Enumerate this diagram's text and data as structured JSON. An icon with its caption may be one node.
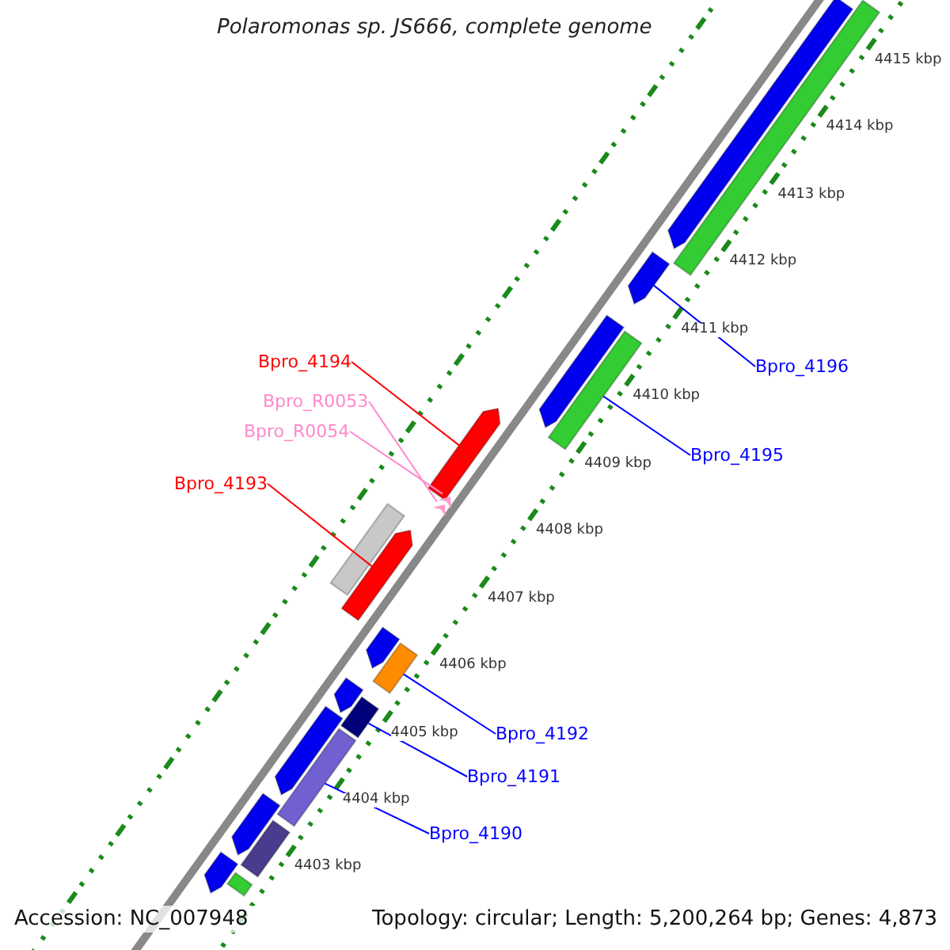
{
  "diagram": {
    "title": "Polaromonas sp. JS666, complete genome",
    "nodes": [
      {
        "text": [
          "Bpro_4194"
        ]
      },
      {
        "text": [
          "Bpro_4196"
        ]
      },
      {
        "text": [
          "Bpro_R0053"
        ]
      },
      {
        "text": [
          "Bpro_R0054"
        ]
      },
      {
        "text": [
          "Bpro_4195"
        ]
      },
      {
        "text": [
          "Bpro_4193"
        ]
      },
      {
        "text": [
          "Bpro_4192"
        ]
      },
      {
        "text": [
          "Bpro_4191"
        ]
      },
      {
        "text": [
          "Bpro_4190"
        ]
      },
      {
        "text": [],
        "shape": "arrow"
      },
      {
        "text": [],
        "shape": "bar"
      },
      {
        "text": [],
        "shape": "arrow"
      },
      {
        "text": [],
        "shape": "arrow"
      },
      {
        "text": [],
        "shape": "bar"
      },
      {
        "text": [],
        "shape": "arrow"
      },
      {
        "text": [],
        "shape": "chevron"
      },
      {
        "text": [],
        "shape": "chevron"
      },
      {
        "text": [],
        "shape": "bar"
      },
      {
        "text": [],
        "shape": "arrow"
      },
      {
        "text": [],
        "shape": "arrow"
      },
      {
        "text": [],
        "shape": "bar"
      },
      {
        "text": [],
        "shape": "arrow"
      },
      {
        "text": [],
        "shape": "bar"
      },
      {
        "text": [],
        "shape": "arrow"
      },
      {
        "text": [],
        "shape": "bar"
      },
      {
        "text": [],
        "shape": "arrow"
      },
      {
        "text": [],
        "shape": "bar"
      },
      {
        "text": [],
        "shape": "arrow"
      },
      {
        "text": [],
        "shape": "bar"
      }
    ],
    "edges": [
      {
        "from": 0,
        "to": 14,
        "arrow": "none",
        "color": "#ff0000"
      },
      {
        "from": 1,
        "to": 11,
        "arrow": "none"
      },
      {
        "from": 2,
        "to": 15,
        "arrow": "none",
        "color": "#ff88cc"
      },
      {
        "from": 3,
        "to": 16,
        "arrow": "none",
        "color": "#ff88cc"
      },
      {
        "from": 4,
        "to": 13,
        "arrow": "none"
      },
      {
        "from": 5,
        "to": 18,
        "arrow": "none",
        "color": "#ff0000"
      },
      {
        "from": 6,
        "to": 20,
        "arrow": "none"
      },
      {
        "from": 7,
        "to": 22,
        "arrow": "none"
      },
      {
        "from": 8,
        "to": 24,
        "arrow": "none"
      }
    ],
    "labels": [
      "4415 kbp",
      "4414 kbp",
      "4413 kbp",
      "4412 kbp",
      "4411 kbp",
      "4410 kbp",
      "4409 kbp",
      "4408 kbp",
      "4407 kbp",
      "4406 kbp",
      "4405 kbp",
      "4404 kbp",
      "4403 kbp",
      "Accession: NC_007948",
      "Topology: circular; Length: 5,200,264 bp; Genes: 4,873"
    ]
  }
}
